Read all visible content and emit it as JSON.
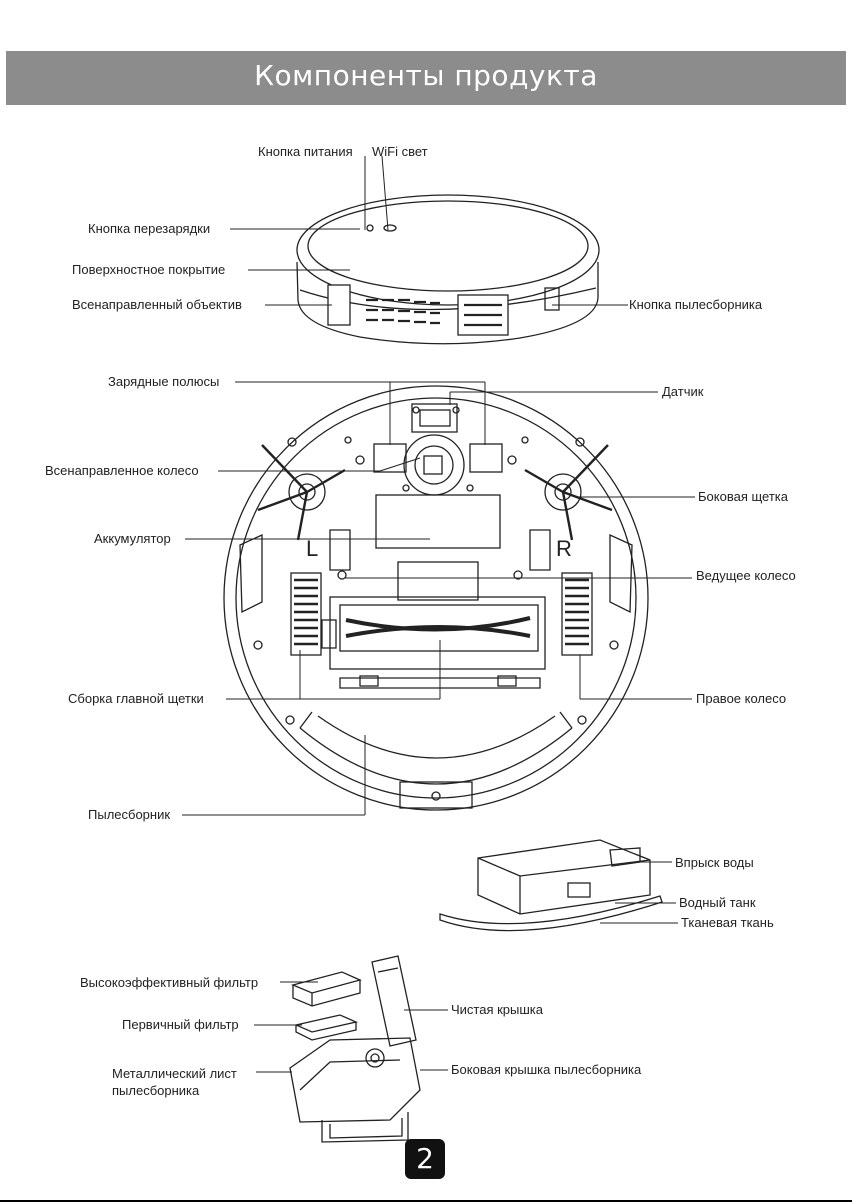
{
  "header": {
    "title": "Компоненты продукта"
  },
  "labels": {
    "power_button": "Кнопка питания",
    "wifi_light": "WiFi свет",
    "recharge_button": "Кнопка перезарядки",
    "surface_cover": "Поверхностное покрытие",
    "omni_lens": "Всенаправленный объектив",
    "dustbin_button": "Кнопка пылесборника",
    "charging_poles": "Зарядные полюсы",
    "sensor": "Датчик",
    "omni_wheel": "Всенаправленное колесо",
    "side_brush": "Боковая щетка",
    "battery": "Аккумулятор",
    "drive_wheel": "Ведущее колесо",
    "main_brush": "Сборка главной щетки",
    "right_wheel": "Правое колесо",
    "dustbin": "Пылесборник",
    "water_injection": "Впрыск воды",
    "water_tank": "Водный танк",
    "cloth": "Тканевая ткань",
    "hepa_filter": "Высокоэффективный фильтр",
    "primary_filter": "Первичный фильтр",
    "clean_cover": "Чистая крышка",
    "metal_sheet_line1": "Металлический лист",
    "metal_sheet_line2": "пылесборника",
    "dustbin_side_cover": "Боковая крышка пылесборника"
  },
  "marks": {
    "left_letter": "L",
    "right_letter": "R"
  },
  "page_number": "2"
}
